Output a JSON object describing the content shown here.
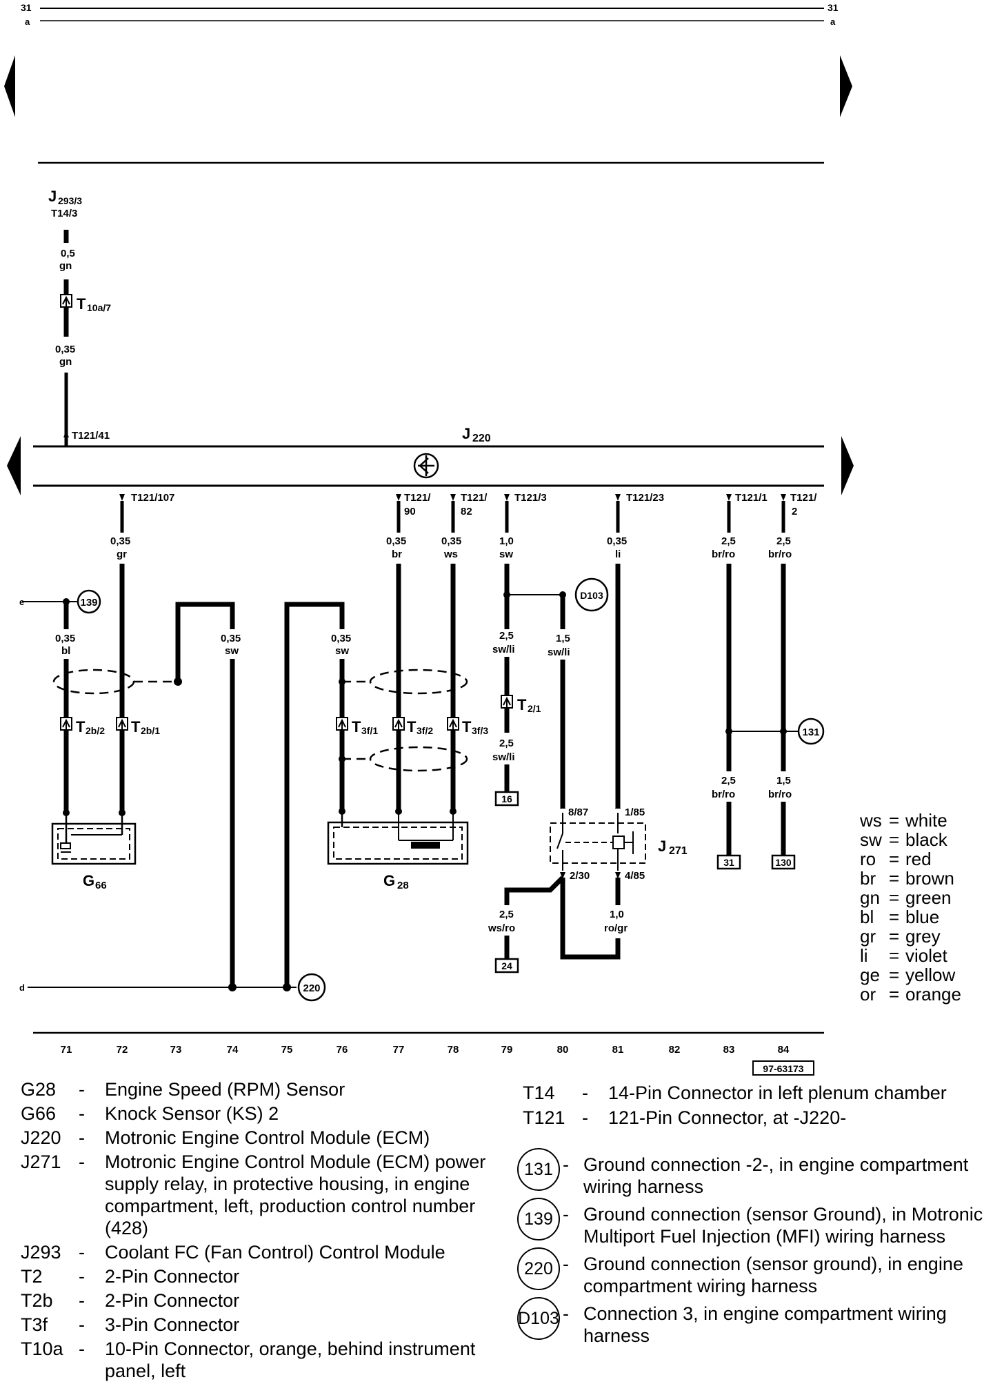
{
  "page_edge": {
    "left": "31",
    "left_sub": "a",
    "right": "31",
    "right_sub": "a"
  },
  "modules": {
    "j293": {
      "name": "J",
      "sub": "293/3",
      "pin": "T14/3"
    },
    "j220": {
      "name": "J",
      "sub": "220"
    },
    "j271": {
      "name": "J",
      "sub": "271"
    },
    "g66": {
      "name": "G",
      "sub": "66"
    },
    "g28": {
      "name": "G",
      "sub": "28"
    }
  },
  "connectors": {
    "t10a7": {
      "name": "T",
      "sub": "10a/7"
    },
    "t2b2": {
      "name": "T",
      "sub": "2b/2"
    },
    "t2b1": {
      "name": "T",
      "sub": "2b/1"
    },
    "t3f1": {
      "name": "T",
      "sub": "3f/1"
    },
    "t3f2": {
      "name": "T",
      "sub": "3f/2"
    },
    "t3f3": {
      "name": "T",
      "sub": "3f/3"
    },
    "t21": {
      "name": "T",
      "sub": "2/1"
    }
  },
  "pins": {
    "t121_41": "T121/41",
    "t121_107": "T121/107",
    "t121_90a": "T121/",
    "t121_90b": "90",
    "t121_82a": "T121/",
    "t121_82b": "82",
    "t121_3": "T121/3",
    "t121_23": "T121/23",
    "t121_1": "T121/1",
    "t121_2a": "T121/",
    "t121_2b": "2",
    "r_887": "8/87",
    "r_185": "1/85",
    "r_230": "2/30",
    "r_485": "4/85"
  },
  "wires": {
    "w1": {
      "size": "0,5",
      "color": "gn"
    },
    "w2": {
      "size": "0,35",
      "color": "gn"
    },
    "w72": {
      "size": "0,35",
      "color": "gr"
    },
    "w71": {
      "size": "0,35",
      "color": "bl"
    },
    "w74": {
      "size": "0,35",
      "color": "sw"
    },
    "w76": {
      "size": "0,35",
      "color": "sw"
    },
    "w77": {
      "size": "0,35",
      "color": "br"
    },
    "w78": {
      "size": "0,35",
      "color": "ws"
    },
    "w79a": {
      "size": "1,0",
      "color": "sw"
    },
    "w79b": {
      "size": "2,5",
      "color": "sw/li"
    },
    "w79c": {
      "size": "2,5",
      "color": "sw/li"
    },
    "w80": {
      "size": "1,5",
      "color": "sw/li"
    },
    "w81a": {
      "size": "0,35",
      "color": "li"
    },
    "w81b": {
      "size": "1,0",
      "color": "ro/gr"
    },
    "w79d": {
      "size": "2,5",
      "color": "ws/ro"
    },
    "w83a": {
      "size": "2,5",
      "color": "br/ro"
    },
    "w83b": {
      "size": "2,5",
      "color": "br/ro"
    },
    "w84a": {
      "size": "2,5",
      "color": "br/ro"
    },
    "w84b": {
      "size": "1,5",
      "color": "br/ro"
    }
  },
  "ground_markers": {
    "g139": "139",
    "g131": "131",
    "g220": "220",
    "d103": "D103"
  },
  "terminals": {
    "t16": "16",
    "t24": "24",
    "t31": "31",
    "t130": "130"
  },
  "edge_refs": {
    "e": "e",
    "d": "d"
  },
  "tracks": [
    "71",
    "72",
    "73",
    "74",
    "75",
    "76",
    "77",
    "78",
    "79",
    "80",
    "81",
    "82",
    "83",
    "84"
  ],
  "doc_number": "97-63173",
  "color_legend": [
    {
      "code": "ws",
      "name": "white"
    },
    {
      "code": "sw",
      "name": "black"
    },
    {
      "code": "ro",
      "name": "red"
    },
    {
      "code": "br",
      "name": "brown"
    },
    {
      "code": "gn",
      "name": "green"
    },
    {
      "code": "bl",
      "name": "blue"
    },
    {
      "code": "gr",
      "name": "grey"
    },
    {
      "code": "li",
      "name": "violet"
    },
    {
      "code": "ge",
      "name": "yellow"
    },
    {
      "code": "or",
      "name": "orange"
    }
  ],
  "legend_left": [
    {
      "code": "G28",
      "desc": "Engine Speed (RPM) Sensor"
    },
    {
      "code": "G66",
      "desc": "Knock Sensor (KS) 2"
    },
    {
      "code": "J220",
      "desc": "Motronic Engine Control Module (ECM)"
    },
    {
      "code": "J271",
      "desc": "Motronic Engine Control Module (ECM) power supply relay, in protective housing, in engine compartment, left, production control number (428)"
    },
    {
      "code": "J293",
      "desc": "Coolant FC (Fan Control) Control Module"
    },
    {
      "code": "T2",
      "desc": "2-Pin Connector"
    },
    {
      "code": "T2b",
      "desc": "2-Pin Connector"
    },
    {
      "code": "T3f",
      "desc": "3-Pin Connector"
    },
    {
      "code": "T10a",
      "desc": "10-Pin Connector, orange, behind instrument panel, left"
    }
  ],
  "legend_right": [
    {
      "code": "T14",
      "desc": "14-Pin Connector in left plenum chamber"
    },
    {
      "code": "T121",
      "desc": "121-Pin Connector, at -J220-"
    }
  ],
  "legend_grounds": [
    {
      "code": "131",
      "desc": "Ground connection -2-, in engine compartment wiring harness"
    },
    {
      "code": "139",
      "desc": "Ground connection (sensor Ground), in Motronic Multiport Fuel Injection (MFI) wiring harness"
    },
    {
      "code": "220",
      "desc": "Ground connection (sensor ground), in engine compartment wiring harness"
    },
    {
      "code": "D103",
      "desc": "Connection 3, in engine compartment wiring harness"
    }
  ],
  "dash": "-",
  "eq": "="
}
